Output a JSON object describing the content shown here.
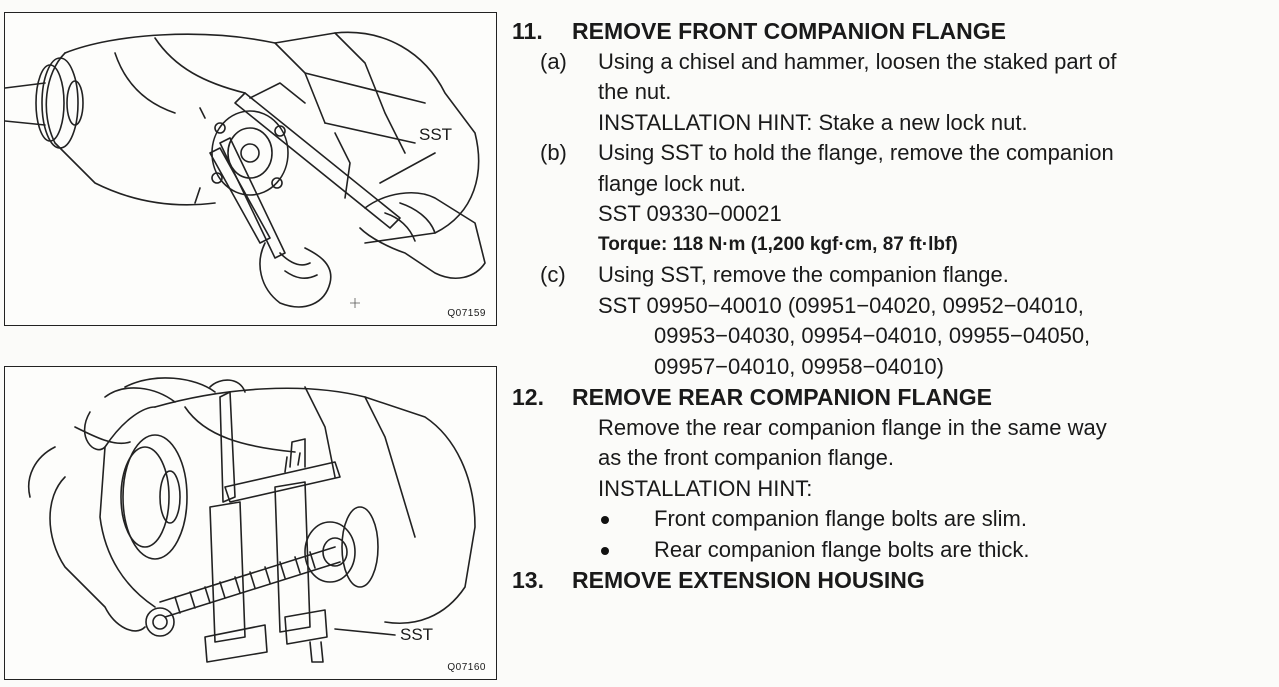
{
  "figures": [
    {
      "id_label": "Q07159",
      "callout": "SST"
    },
    {
      "id_label": "Q07160",
      "callout": "SST"
    }
  ],
  "steps": [
    {
      "number": "11.",
      "title": "REMOVE FRONT COMPANION FLANGE",
      "substeps": [
        {
          "tag": "(a)",
          "lines": [
            "Using a chisel and hammer, loosen the staked part of",
            "the nut."
          ],
          "hint": "INSTALLATION HINT: Stake a new lock nut."
        },
        {
          "tag": "(b)",
          "lines": [
            "Using SST to hold the flange, remove the companion",
            "flange lock nut."
          ],
          "sst": "SST 09330−00021",
          "torque": "Torque: 118 N·m (1,200 kgf·cm, 87 ft·lbf)"
        },
        {
          "tag": "(c)",
          "lines": [
            "Using SST, remove the companion flange."
          ],
          "sst_lines": [
            "SST 09950−40010 (09951−04020, 09952−04010,",
            "09953−04030, 09954−04010, 09955−04050,",
            "09957−04010, 09958−04010)"
          ]
        }
      ]
    },
    {
      "number": "12.",
      "title": "REMOVE REAR COMPANION FLANGE",
      "body": [
        "Remove the rear companion flange in the same way",
        "as the front companion flange."
      ],
      "hint": "INSTALLATION HINT:",
      "bullets": [
        "Front companion flange bolts are slim.",
        "Rear companion flange bolts are thick."
      ]
    },
    {
      "number": "13.",
      "title": "REMOVE EXTENSION HOUSING"
    }
  ]
}
